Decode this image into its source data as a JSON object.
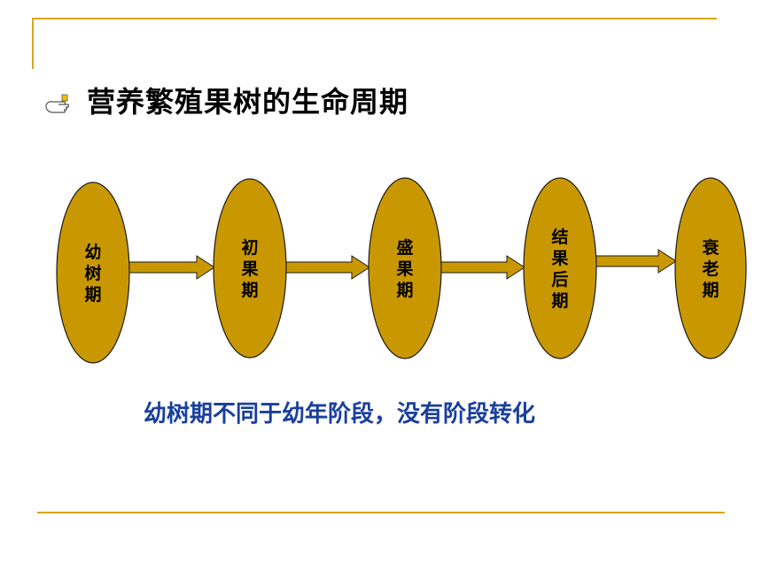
{
  "title": "营养繁殖果树的生命周期",
  "stages": [
    {
      "label": "幼树期",
      "chars": [
        "幼",
        "树",
        "期"
      ]
    },
    {
      "label": "初果期",
      "chars": [
        "初",
        "果",
        "期"
      ]
    },
    {
      "label": "盛果期",
      "chars": [
        "盛",
        "果",
        "期"
      ]
    },
    {
      "label": "结果后期",
      "chars": [
        "结",
        "果",
        "后",
        "期"
      ]
    },
    {
      "label": "衰老期",
      "chars": [
        "衰",
        "老",
        "期"
      ]
    }
  ],
  "note": "幼树期不同于幼年阶段，没有阶段转化",
  "colors": {
    "stage_fill": "#c99800",
    "stage_stroke": "#1a1a1a",
    "arrow_fill": "#c99800",
    "rule": "#d9a520",
    "note_text": "#1a3f9e"
  },
  "icons": {
    "bullet": "hand-pointer-icon"
  }
}
